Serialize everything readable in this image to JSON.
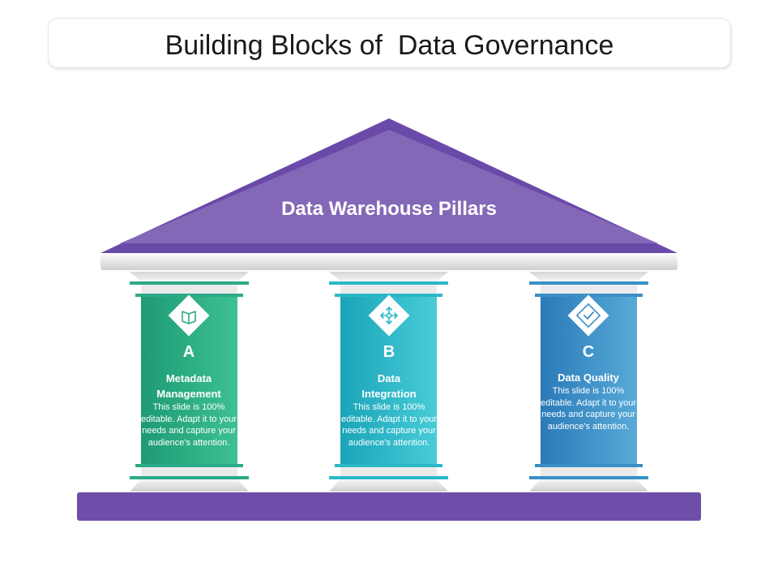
{
  "title": "Building Blocks of  Data Governance",
  "roof_label": "Data Warehouse Pillars",
  "pillars": [
    {
      "letter": "A",
      "heading": "Metadata Management",
      "description": "This slide is 100% editable. Adapt it to your needs and capture your audience's attention.",
      "icon": "book-icon",
      "color": "#2aaa86"
    },
    {
      "letter": "B",
      "heading": "Data Integration",
      "description": "This slide is 100% editable. Adapt it to your needs and capture your audience's attention.",
      "icon": "move-arrows-icon",
      "color": "#2ab8c6"
    },
    {
      "letter": "C",
      "heading": "Data Quality",
      "description": "This slide is 100% editable. Adapt it to your needs and capture your audience's attention.",
      "icon": "checkmark-icon",
      "color": "#3a8fc6"
    }
  ],
  "colors": {
    "roof": "#8468b8",
    "roof_border": "#6a4aa8",
    "base": "#6e4ea8"
  }
}
